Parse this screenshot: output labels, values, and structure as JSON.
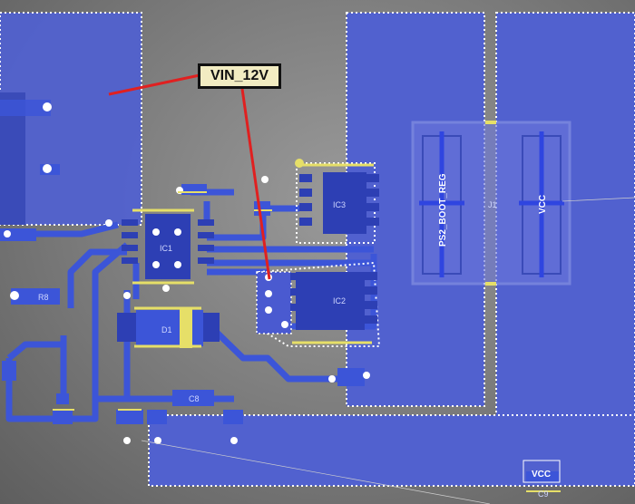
{
  "annotation": {
    "net_label": "VIN_12V",
    "pointer_color": "#e02020"
  },
  "components": {
    "ic1": "IC1",
    "ic2": "IC2",
    "ic3": "IC3",
    "d1": "D1",
    "r8": "R8",
    "c8": "C8",
    "c9": "C9",
    "j1": "J1"
  },
  "net_labels": {
    "ps2_boot_reg": "PS2_BOOT_REG",
    "vcc_vertical": "VCC",
    "vcc_box": "VCC"
  },
  "colors": {
    "copper": "#4a5fd6",
    "copper_fill": "#5060cc",
    "trace": "#3c55d8",
    "pad": "#2d3fb4",
    "silkscreen": "#e6df68",
    "keepout": "#ffffff",
    "background": "#7f7f7f"
  }
}
